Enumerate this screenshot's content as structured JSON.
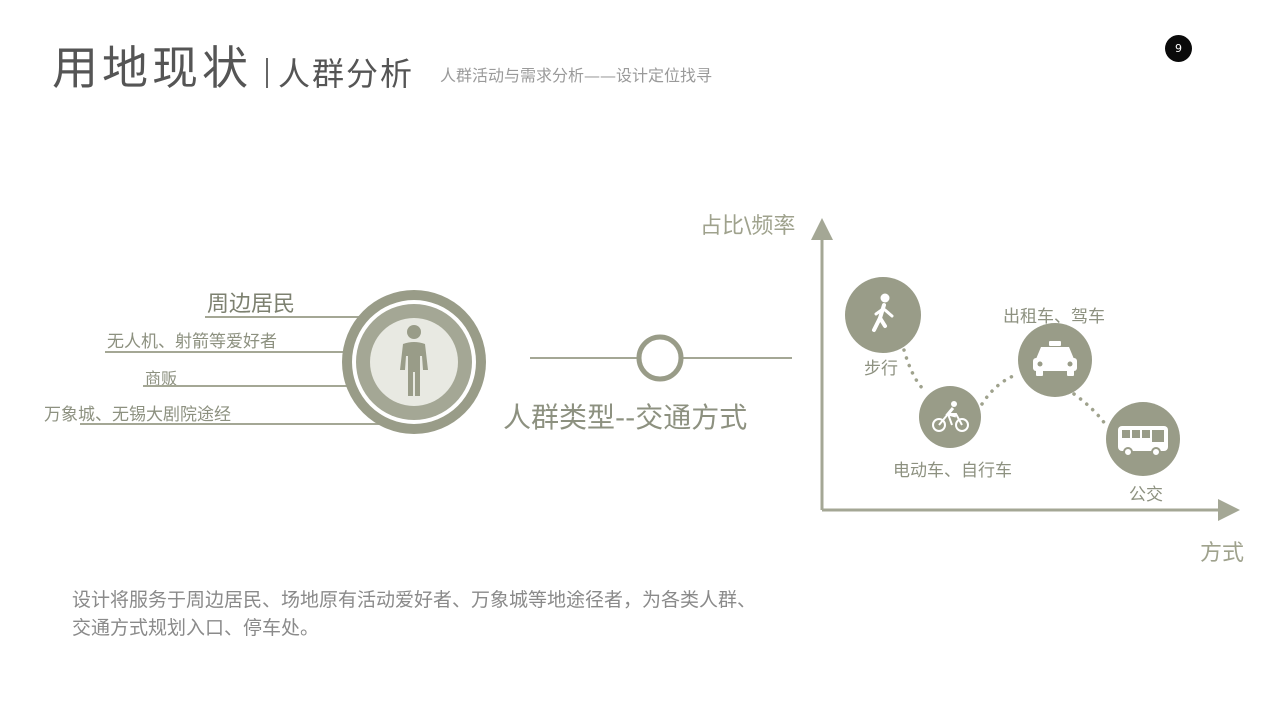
{
  "header": {
    "title": "用地现状",
    "subtitle": "人群分析",
    "caption": "人群活动与需求分析——设计定位找寻",
    "page_number": "9"
  },
  "crowd": {
    "main_label": "周边居民",
    "groups": [
      "无人机、射箭等爱好者",
      "商贩",
      "万象城、无锡大剧院途经"
    ],
    "icon": "person-icon"
  },
  "center": {
    "caption": "人群类型--交通方式"
  },
  "chart": {
    "y_axis_label": "占比\\频率",
    "x_axis_label": "方式",
    "modes": [
      {
        "label": "步行",
        "icon": "walking-icon"
      },
      {
        "label": "电动车、自行车",
        "icon": "bicycle-icon"
      },
      {
        "label": "出租车、驾车",
        "icon": "taxi-icon"
      },
      {
        "label": "公交",
        "icon": "bus-icon"
      }
    ]
  },
  "description": "设计将服务于周边居民、场地原有活动爱好者、万象城等地途径者，为各类人群、交通方式规划入口、停车处。",
  "colors": {
    "accent": "#9fa28d",
    "ring_dark": "#999c88",
    "ring_light": "#e8e9e2",
    "text_dark": "#555555"
  }
}
